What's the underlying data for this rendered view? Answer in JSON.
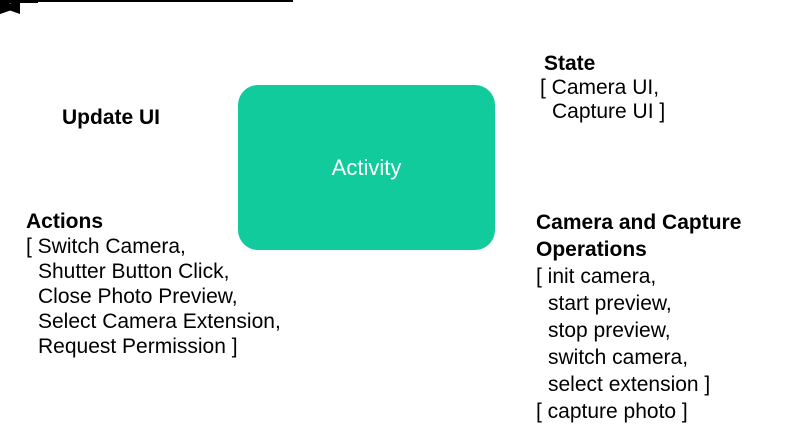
{
  "diagram": {
    "node": {
      "label": "Activity",
      "fill_color": "#11CB9C",
      "text_color": "#FFFFFF"
    },
    "line_color": "#000000",
    "arrows": {
      "update_ui": {
        "direction": "left-out-of-activity"
      },
      "actions": {
        "direction": "right-into-activity"
      },
      "state": {
        "direction": "left-into-activity"
      },
      "operations": {
        "direction": "right-out-of-activity"
      }
    },
    "labels": {
      "update_ui": {
        "heading": "Update UI"
      },
      "state": {
        "heading": "State",
        "lines": [
          "[ Camera UI,",
          "Capture UI ]"
        ]
      },
      "actions": {
        "heading": "Actions",
        "lines": [
          "[ Switch Camera,",
          "Shutter Button Click,",
          "Close Photo Preview,",
          "Select Camera Extension,",
          "Request Permission ]"
        ]
      },
      "operations": {
        "heading_line1": "Camera and Capture",
        "heading_line2": "Operations",
        "lines": [
          "[ init camera,",
          "start preview,",
          "stop preview,",
          "switch camera,",
          "select extension ]",
          "[ capture photo ]"
        ]
      }
    }
  }
}
